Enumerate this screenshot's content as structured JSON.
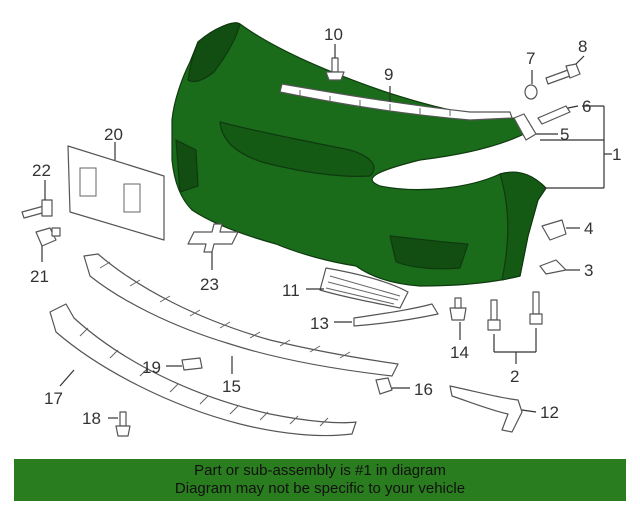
{
  "colors": {
    "highlight": "#1a6b1a",
    "highlight_dark": "#0f3a0f",
    "banner": "#2a7d1e",
    "outline": "#555555",
    "callout_text": "#333333"
  },
  "callouts": {
    "c1": "1",
    "c2": "2",
    "c3": "3",
    "c4": "4",
    "c5": "5",
    "c6": "6",
    "c7": "7",
    "c8": "8",
    "c9": "9",
    "c10": "10",
    "c11": "11",
    "c12": "12",
    "c13": "13",
    "c14": "14",
    "c15": "15",
    "c16": "16",
    "c17": "17",
    "c18": "18",
    "c19": "19",
    "c20": "20",
    "c21": "21",
    "c22": "22",
    "c23": "23"
  },
  "banner": {
    "line1": "Part or sub-assembly is #1 in diagram",
    "line2": "Diagram may not be specific to your vehicle"
  }
}
